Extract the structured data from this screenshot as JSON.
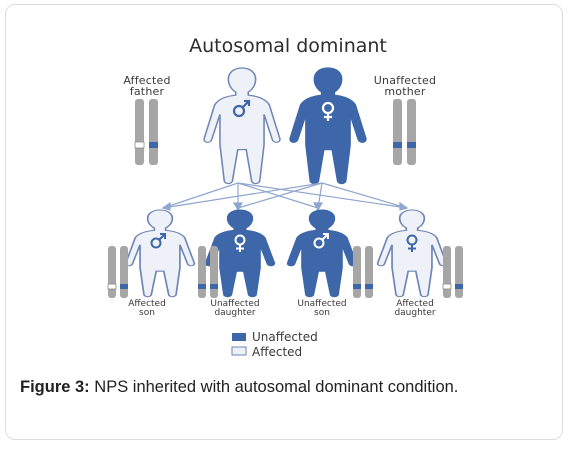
{
  "title": "Autosomal dominant",
  "parents": {
    "father_label_1": "Affected",
    "father_label_2": "father",
    "mother_label_1": "Unaffected",
    "mother_label_2": "mother"
  },
  "children": {
    "c1_line1": "Affected",
    "c1_line2": "son",
    "c2_line1": "Unaffected",
    "c2_line2": "daughter",
    "c3_line1": "Unaffected",
    "c3_line2": "son",
    "c4_line1": "Affected",
    "c4_line2": "daughter"
  },
  "legend": {
    "unaffected": "Unaffected",
    "affected": "Affected"
  },
  "caption": {
    "label": "Figure 3:",
    "text": " NPS inherited with autosomal dominant condition."
  },
  "colors": {
    "unaffected_fill": "#3d67a8",
    "affected_fill": "#eef1f8",
    "outline": "#6f86b5",
    "chromosome_grey": "#a6a6a6",
    "arrow": "#8fa6cf"
  }
}
